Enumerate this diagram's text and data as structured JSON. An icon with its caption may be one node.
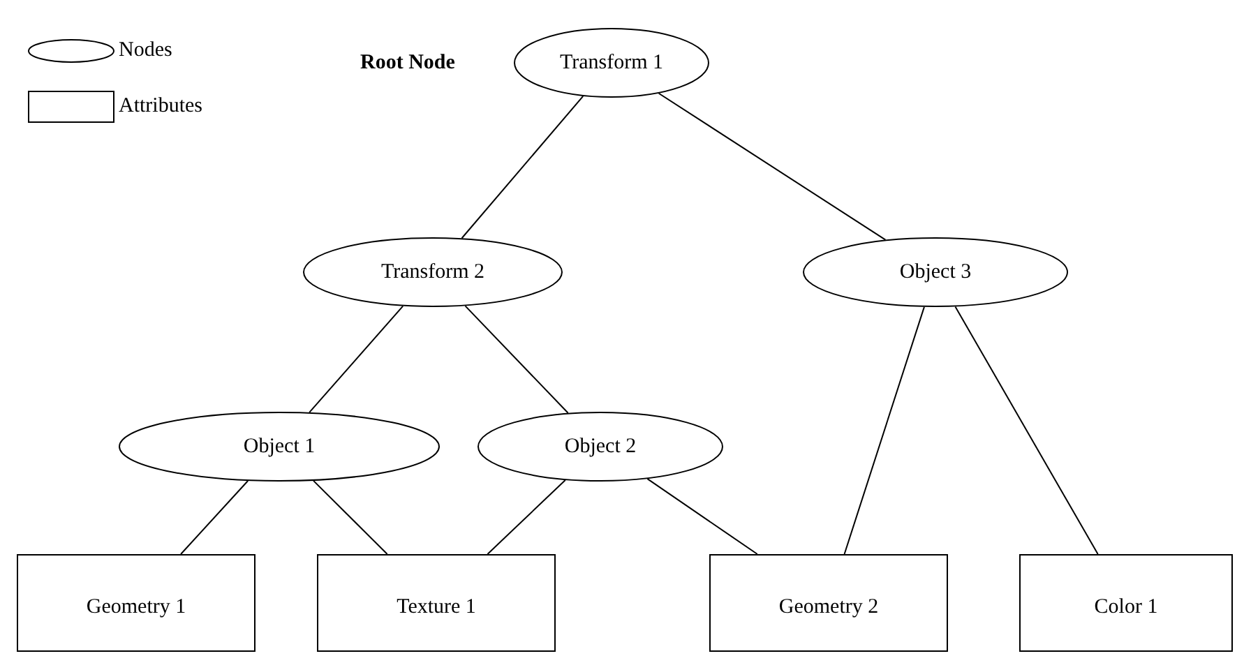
{
  "diagram": {
    "nodes": [
      {
        "text": [
          "Transform 1"
        ],
        "beside": [
          "Root Node"
        ]
      },
      {
        "text": [
          "Transform 2"
        ]
      },
      {
        "text": [
          "Object 3"
        ]
      },
      {
        "text": [
          "Object 1"
        ]
      },
      {
        "text": [
          "Object 2"
        ]
      },
      {
        "text": [
          "Geometry 1"
        ]
      },
      {
        "text": [
          "Texture 1"
        ]
      },
      {
        "text": [
          "Geometry 2"
        ]
      },
      {
        "text": [
          "Color 1"
        ]
      }
    ],
    "edges": [
      {
        "from": 0,
        "to": 1,
        "arrow": "none"
      },
      {
        "from": 0,
        "to": 2,
        "arrow": "none"
      },
      {
        "from": 1,
        "to": 3,
        "arrow": "none"
      },
      {
        "from": 1,
        "to": 4,
        "arrow": "none"
      },
      {
        "from": 3,
        "to": 5,
        "arrow": "none"
      },
      {
        "from": 3,
        "to": 6,
        "arrow": "none"
      },
      {
        "from": 4,
        "to": 6,
        "arrow": "none"
      },
      {
        "from": 4,
        "to": 7,
        "arrow": "none"
      },
      {
        "from": 2,
        "to": 7,
        "arrow": "none"
      },
      {
        "from": 2,
        "to": 8,
        "arrow": "none"
      }
    ],
    "legend": [
      {
        "text": "Nodes"
      },
      {
        "text": "Attributes"
      }
    ]
  }
}
